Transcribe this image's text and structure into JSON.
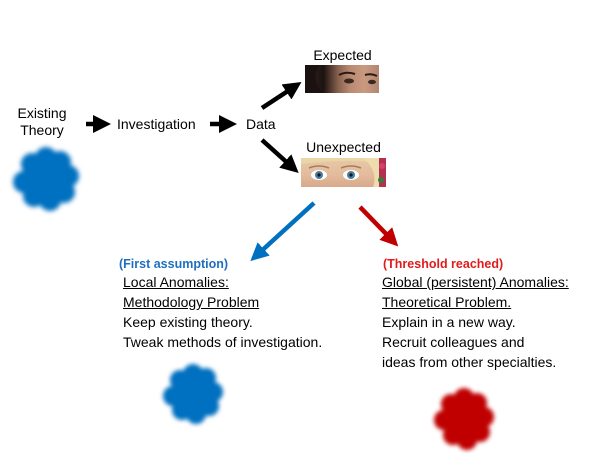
{
  "nodes": {
    "existing_theory": "Existing\nTheory",
    "existing_theory_line1": "Existing",
    "existing_theory_line2": "Theory",
    "investigation": "Investigation",
    "data": "Data",
    "expected": "Expected",
    "unexpected": "Unexpected"
  },
  "local_branch": {
    "tag": "(First assumption)",
    "heading_line1": "Local Anomalies:",
    "heading_line2": "Methodology Problem",
    "body": [
      "Keep existing theory.",
      "Tweak methods of investigation."
    ]
  },
  "global_branch": {
    "tag": "(Threshold reached)",
    "heading_line1": "Global (persistent) Anomalies:",
    "heading_line2": "Theoretical Problem.",
    "body": [
      "Explain in a new way.",
      "Recruit colleagues  and",
      "ideas from other specialties."
    ]
  },
  "colors": {
    "blue": "#0070c0",
    "red": "#c00000",
    "blue_label": "#1f6fc0",
    "red_label": "#e11b1b",
    "arrow_black": "#000000"
  }
}
